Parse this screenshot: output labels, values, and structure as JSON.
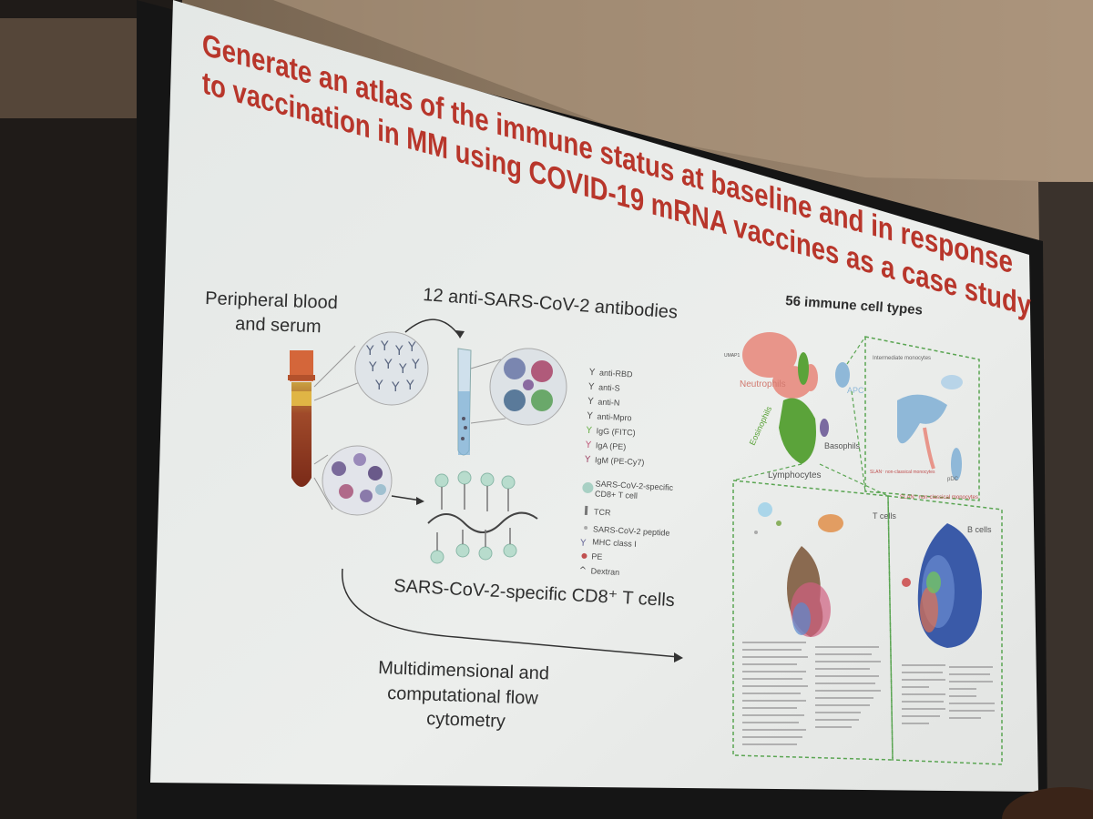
{
  "slide": {
    "title_line1": "Generate an atlas of the immune status at baseline and in response",
    "title_line2": "to vaccination in MM using COVID-19 mRNA vaccines as a case study",
    "sample_label_1": "Peripheral blood",
    "sample_label_2": "and serum",
    "antibodies_label": "12 anti-SARS-CoV-2 antibodies",
    "cell_types_label": "56 immune cell types",
    "tcell_label": "SARS-CoV-2-specific CD8⁺ T cells",
    "method_line1": "Multidimensional and",
    "method_line2": "computational flow",
    "method_line3": "cytometry",
    "legend": [
      "anti-RBD",
      "anti-S",
      "anti-N",
      "anti-Mpro",
      "IgG (FITC)",
      "IgA (PE)",
      "IgM (PE-Cy7)",
      "SARS-CoV-2-specific",
      "CD8+ T cell",
      "TCR",
      "SARS-CoV-2 peptide",
      "MHC class I",
      "PE",
      "Dextran"
    ],
    "umap_labels": {
      "neutrophils": "Neutrophils",
      "eosinophils": "Eosinophils",
      "lymphocytes": "Lymphocytes",
      "basophils": "Basophils",
      "apc": "APC",
      "intermediate": "Intermediate monocytes",
      "slan_nonclassical": "SLAN⁺ non-classical monocytes",
      "slan_minus": "SLAN⁻ non-classical monocytes",
      "pdc": "pDC",
      "tcells": "T cells",
      "bcells": "B cells",
      "umap_axis": "UMAP1"
    }
  },
  "colors": {
    "title": "#b8362b",
    "slide_bg": "#e9ecea",
    "neutrophil": "#e8958a",
    "eosinophil": "#5ba33a",
    "monocyte": "#8fb8d8",
    "dashed": "#5aa552"
  }
}
